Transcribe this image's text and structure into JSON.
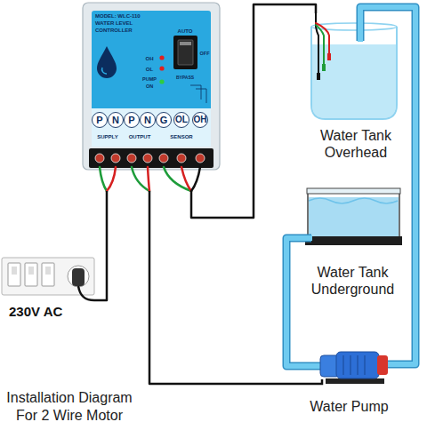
{
  "diagram": {
    "caption": "Installation Diagram For 2 Wire Motor",
    "nodes": [
      {
        "text": [
          "MODEL: WLC-110",
          "WATER LEVEL CONTROLLER"
        ]
      },
      {
        "text": [
          "Water Tank Overhead"
        ]
      },
      {
        "text": [
          "Water Tank Underground"
        ]
      },
      {
        "text": [
          "Water Pump"
        ]
      },
      {
        "text": [
          "230V AC"
        ]
      }
    ],
    "edges": [
      {
        "from": 0,
        "to": 4,
        "arrow": "none"
      },
      {
        "from": 0,
        "to": 3,
        "arrow": "none"
      },
      {
        "from": 0,
        "to": 1,
        "arrow": "none"
      },
      {
        "from": 2,
        "to": 3,
        "arrow": "none"
      },
      {
        "from": 3,
        "to": 1,
        "arrow": "none"
      }
    ],
    "labels": [
      "AUTO",
      "OFF",
      "BYPASS",
      "OH",
      "OL",
      "PUMP ON",
      "P",
      "N",
      "P",
      "N",
      "G",
      "OL",
      "OH",
      "SUPPLY",
      "OUTPUT",
      "SENSOR"
    ]
  }
}
